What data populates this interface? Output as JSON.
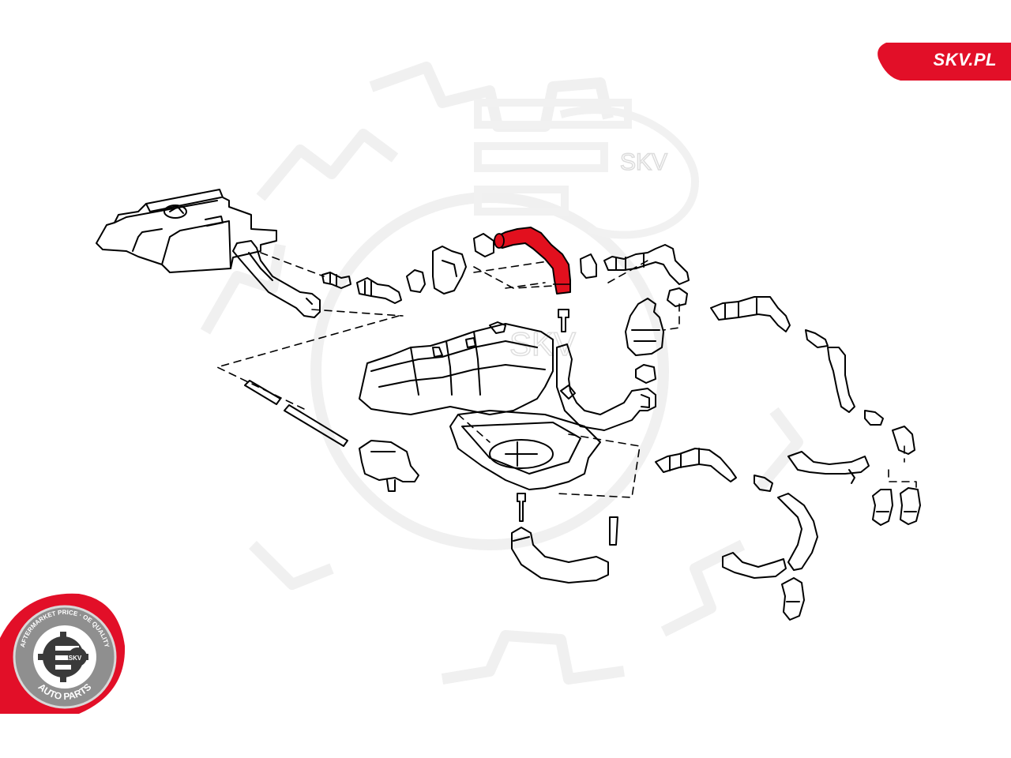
{
  "brand": {
    "site_label": "SKV.PL",
    "accent_color": "#e20f28"
  },
  "watermark": {
    "text": "SKV",
    "icon": "gear-e-logo-icon"
  },
  "diagram": {
    "subject": "crankcase-ventilation-hoses",
    "highlighted_part": "breather-hose",
    "highlight_color": "#e2101e",
    "line_color": "#000000"
  },
  "badge": {
    "ring_text_top": "AFTERMARKET PRICE · OE QUALITY",
    "ring_text_bottom": "AUTO PARTS",
    "center_text": "SKV",
    "ring_color": "#e20f28",
    "inner_color": "#3a3a3a"
  }
}
